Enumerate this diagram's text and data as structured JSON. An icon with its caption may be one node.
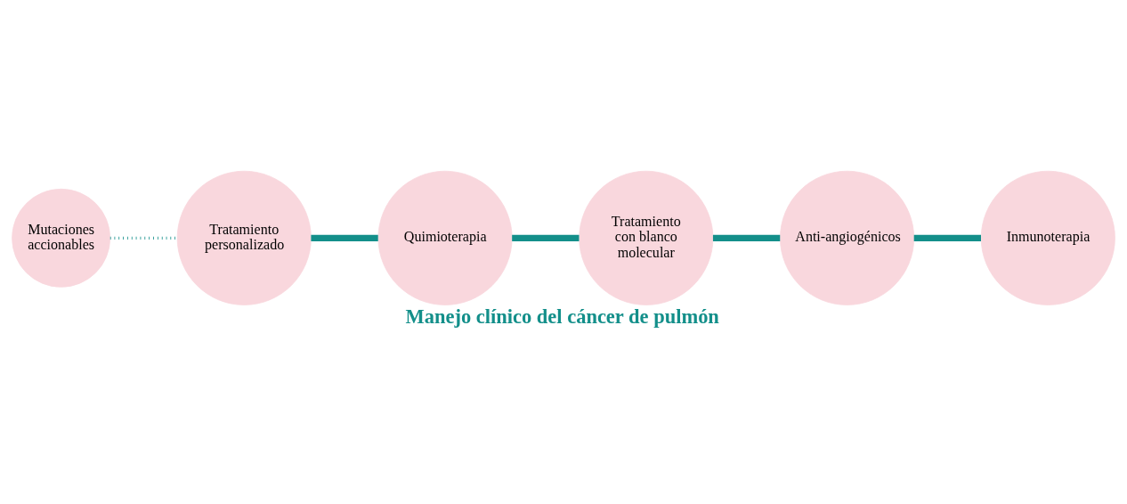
{
  "diagram": {
    "title": "Manejo clínico del cáncer de pulmón",
    "nodes": [
      {
        "text": [
          "Mutaciones accionables"
        ]
      },
      {
        "text": [
          "Tratamiento personalizado"
        ]
      },
      {
        "text": [
          "Quimioterapia"
        ]
      },
      {
        "text": [
          "Tratamiento con blanco molecular"
        ]
      },
      {
        "text": [
          "Anti-angiogénicos"
        ]
      },
      {
        "text": [
          "Inmunoterapia"
        ]
      }
    ],
    "edges": [
      {
        "from": 0,
        "to": 1,
        "arrow": "none",
        "style": "dashed",
        "color": "#138f8a"
      },
      {
        "from": 1,
        "to": 2,
        "arrow": "none",
        "color": "#138f8a"
      },
      {
        "from": 2,
        "to": 3,
        "arrow": "none",
        "color": "#138f8a"
      },
      {
        "from": 3,
        "to": 4,
        "arrow": "none",
        "color": "#138f8a"
      },
      {
        "from": 4,
        "to": 5,
        "arrow": "none",
        "color": "#138f8a"
      }
    ]
  }
}
